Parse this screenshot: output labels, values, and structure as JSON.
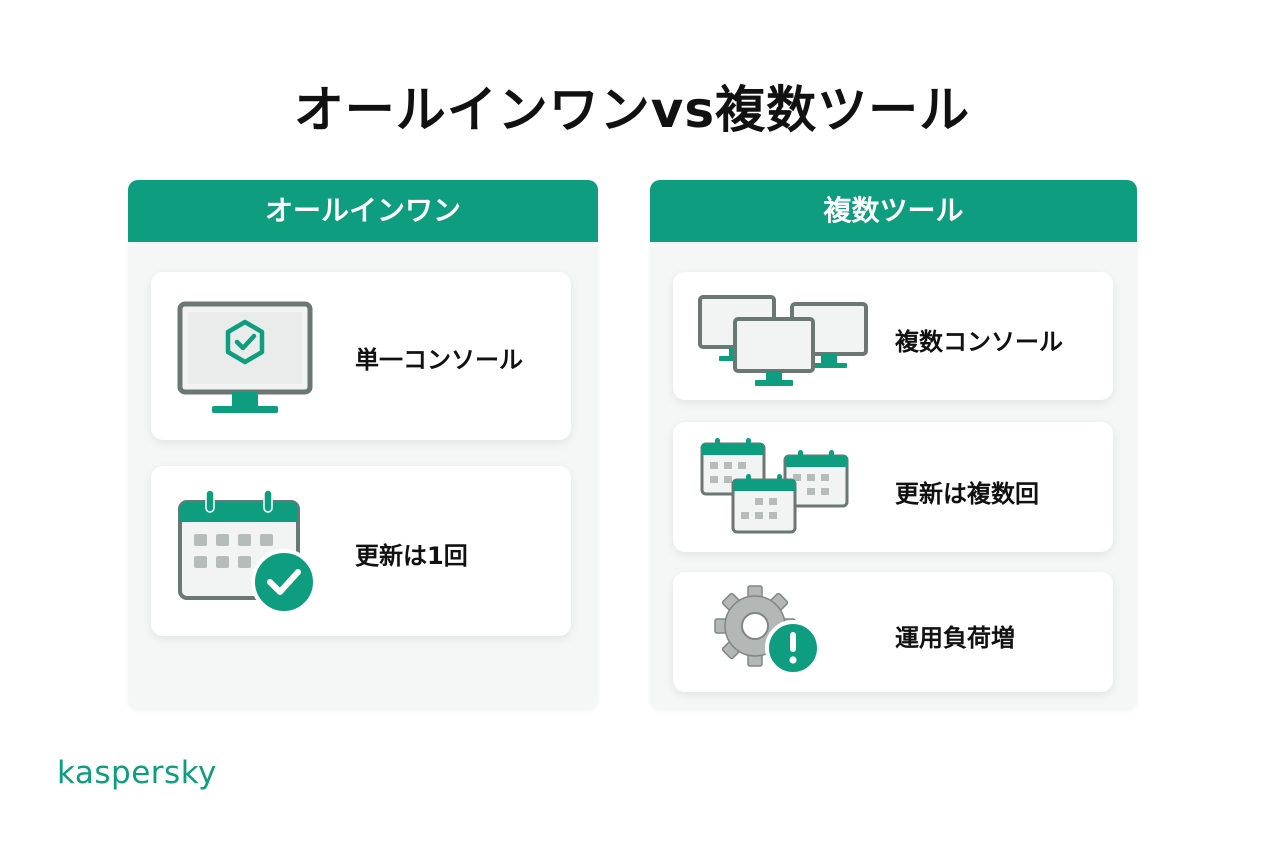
{
  "title": "オールインワンvs複数ツール",
  "colors": {
    "accent": "#0f9d80",
    "panel": "#f4f7f6",
    "text": "#111111"
  },
  "left_panel": {
    "header": "オールインワン",
    "items": [
      {
        "label": "単一コンソール",
        "icon": "monitor-shield-check-icon"
      },
      {
        "label": "更新は1回",
        "icon": "calendar-check-icon"
      }
    ]
  },
  "right_panel": {
    "header": "複数ツール",
    "items": [
      {
        "label": "複数コンソール",
        "icon": "multiple-monitors-icon"
      },
      {
        "label": "更新は複数回",
        "icon": "multiple-calendars-icon"
      },
      {
        "label": "運用負荷増",
        "icon": "gear-warning-icon"
      }
    ]
  },
  "brand": "kaspersky"
}
